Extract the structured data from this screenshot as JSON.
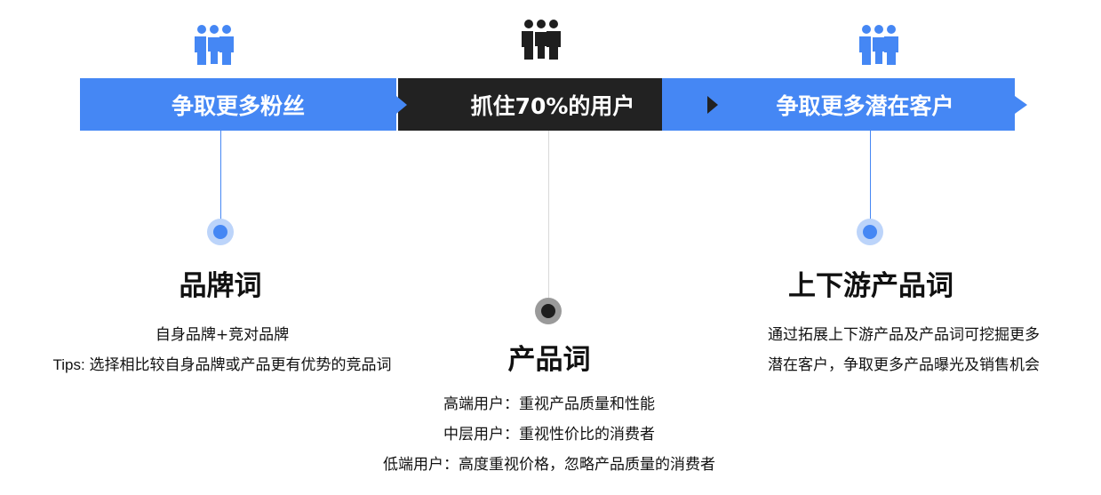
{
  "colors": {
    "accent": "#4587f4",
    "dark": "#222222",
    "icon_dark": "#1e1e1e"
  },
  "stages": [
    {
      "icon": "people-icon",
      "banner": "争取更多粉丝"
    },
    {
      "icon": "people-icon",
      "banner": "抓住70%的用户"
    },
    {
      "icon": "people-icon",
      "banner": "争取更多潜在客户"
    }
  ],
  "items": {
    "brand": {
      "title": "品牌词",
      "lines": [
        "自身品牌+竞对品牌",
        "Tips: 选择相比较自身品牌或产品更有优势的竞品词"
      ]
    },
    "product": {
      "title": "产品词",
      "lines": [
        "高端用户：重视产品质量和性能",
        "中层用户：重视性价比的消费者",
        "低端用户：高度重视价格，忽略产品质量的消费者"
      ]
    },
    "updown": {
      "title": "上下游产品词",
      "lines": [
        "通过拓展上下游产品及产品词可挖掘更多",
        "潜在客户，争取更多产品曝光及销售机会"
      ]
    }
  }
}
